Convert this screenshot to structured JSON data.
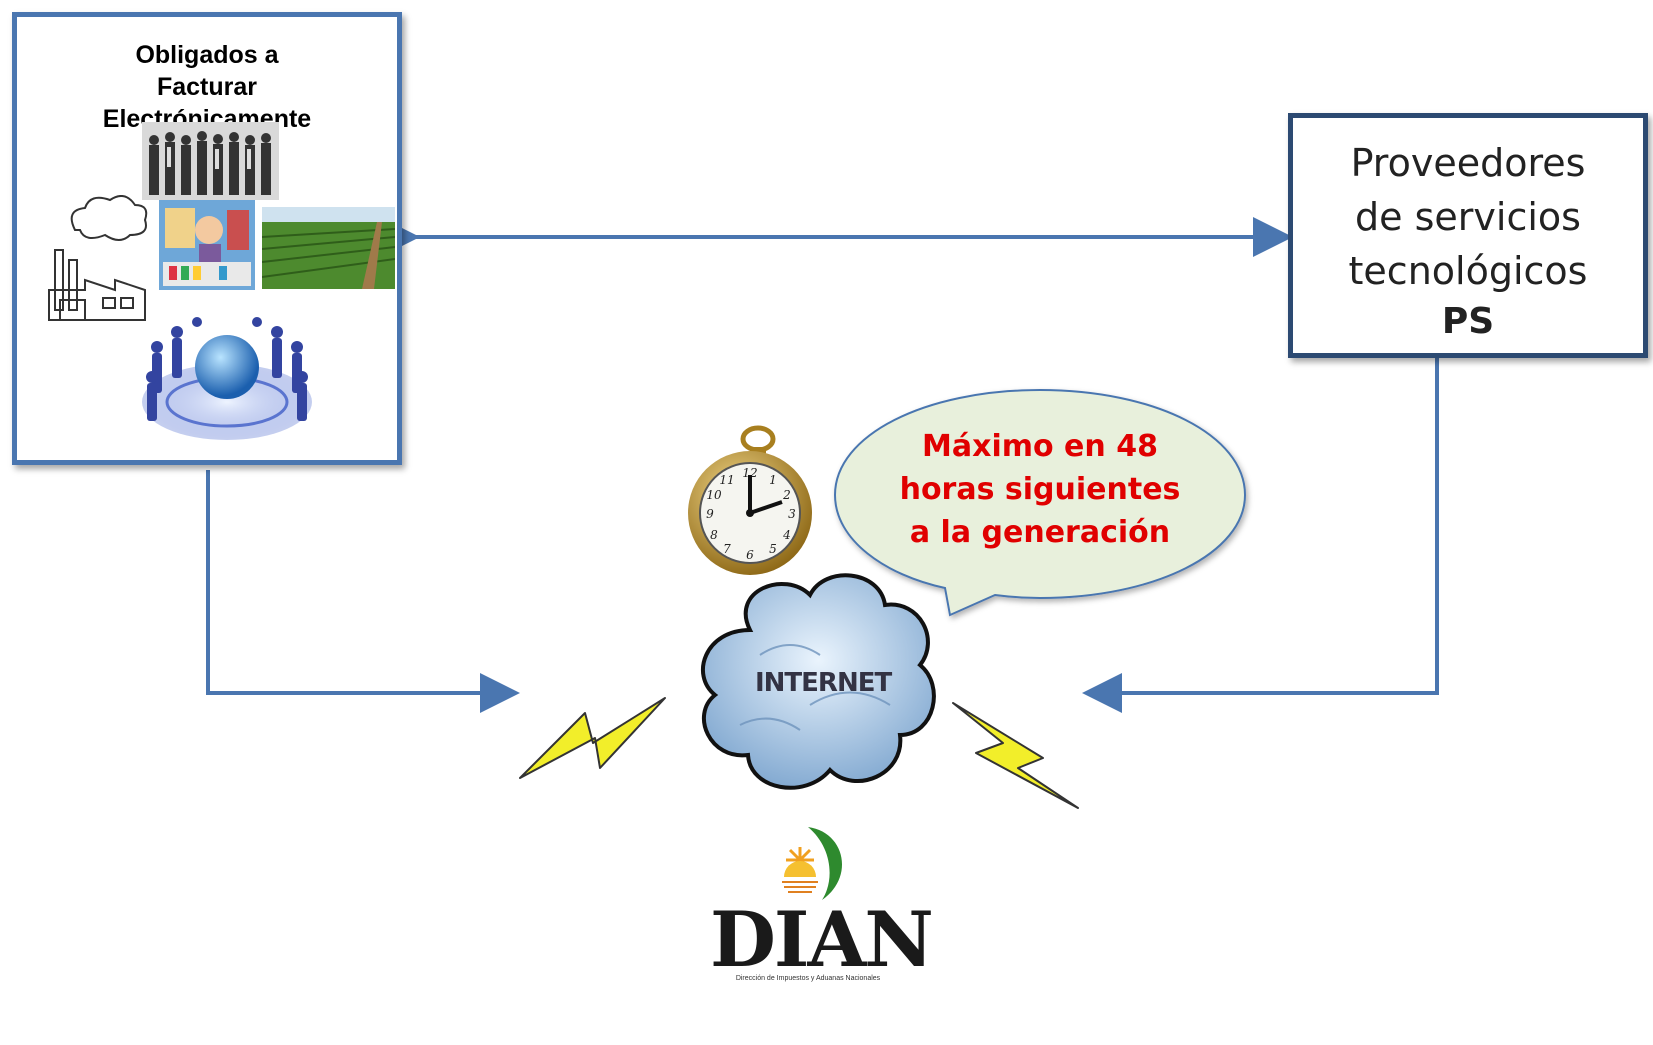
{
  "left_box": {
    "title": "Obligados a\nFacturar\nElectrónicamente"
  },
  "right_box": {
    "title": "Proveedores\nde servicios\ntecnológicos",
    "bold": "PS"
  },
  "callout": {
    "text": "Máximo en 48\nhoras siguientes\na la generación"
  },
  "cloud": {
    "label": "INTERNET"
  },
  "logo": {
    "word": "DIAN",
    "subtitle": "Dirección de Impuestos y Aduanas Nacionales"
  },
  "colors": {
    "connector": "#4a76b0",
    "left_border": "#4a76b0",
    "right_border": "#2c4a72",
    "callout_fill": "#e8f0dc",
    "callout_text": "#e00000",
    "cloud": "#a9c8e8",
    "lightning": "#f2ee2a"
  },
  "icons": [
    "people-photo",
    "factory-icon",
    "store-illustration",
    "farm-field-photo",
    "globe-people-icon",
    "pocket-watch-icon",
    "internet-cloud-icon",
    "lightning-bolt-icon",
    "dian-logo"
  ]
}
